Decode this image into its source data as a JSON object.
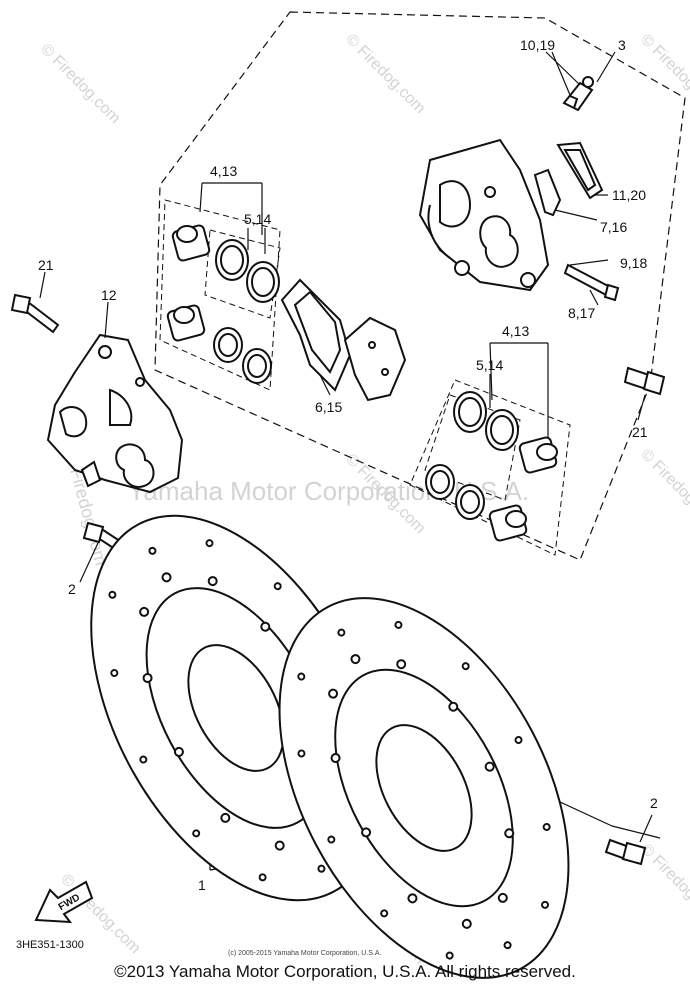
{
  "callouts": {
    "c1": "1",
    "c2a": "2",
    "c2b": "2",
    "c3": "3",
    "c4_13a": "4,13",
    "c4_13b": "4,13",
    "c5_14a": "5,14",
    "c5_14b": "5,14",
    "c6_15": "6,15",
    "c7_16": "7,16",
    "c8_17": "8,17",
    "c9_18": "9,18",
    "c10_19": "10,19",
    "c11_20": "11,20",
    "c12": "12",
    "c21a": "21",
    "c21b": "21"
  },
  "diagram_part_number": "3HE351-1300",
  "fwd_label": "FWD",
  "small_copyright": "(c) 2005-2015 Yamaha Motor Corporation, U.S.A.",
  "watermarks": {
    "brand": "© Firedog.com",
    "center": "Yamaha Motor Corporation, U.S.A.",
    "side": "Firedog.com"
  },
  "footer": "©2013 Yamaha Motor Corporation, U.S.A. All rights reserved."
}
